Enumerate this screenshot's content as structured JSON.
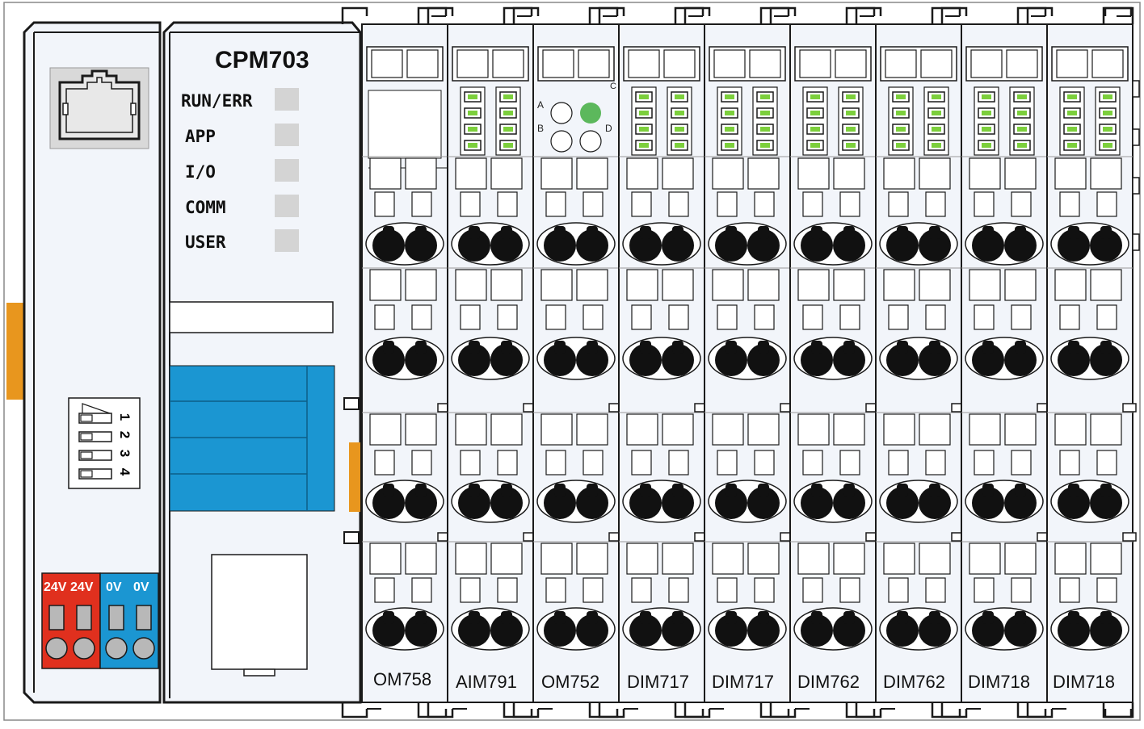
{
  "cpu": {
    "model": "CPM703",
    "leds": [
      {
        "label": "RUN/ERR"
      },
      {
        "label": "APP"
      },
      {
        "label": "I/O"
      },
      {
        "label": "COMM"
      },
      {
        "label": "USER"
      }
    ],
    "dip_switch_numbers": [
      "1",
      "2",
      "3",
      "4"
    ],
    "power_terminals": [
      {
        "label": "24V",
        "color": "#e0301e"
      },
      {
        "label": "24V",
        "color": "#e0301e"
      },
      {
        "label": "0V",
        "color": "#1b96d2"
      },
      {
        "label": "0V",
        "color": "#1b96d2"
      }
    ]
  },
  "om752_labels": [
    "A",
    "B",
    "C",
    "D"
  ],
  "modules": [
    {
      "name": "OM758",
      "status_leds": false
    },
    {
      "name": "AIM791",
      "status_leds": true
    },
    {
      "name": "OM752",
      "status_leds": false
    },
    {
      "name": "DIM717",
      "status_leds": true
    },
    {
      "name": "DIM717",
      "status_leds": true
    },
    {
      "name": "DIM762",
      "status_leds": true
    },
    {
      "name": "DIM762",
      "status_leds": true
    },
    {
      "name": "DIM718",
      "status_leds": true
    },
    {
      "name": "DIM718",
      "status_leds": true
    }
  ],
  "colors": {
    "stroke": "#1a1a1a",
    "module_fill": "#f2f5fa",
    "led_gray": "#d4d4d4",
    "led_green": "#5cb85c",
    "status_green": "#7ccf3c",
    "orange": "#e8961e",
    "blue": "#1b96d2",
    "red": "#e0301e"
  }
}
